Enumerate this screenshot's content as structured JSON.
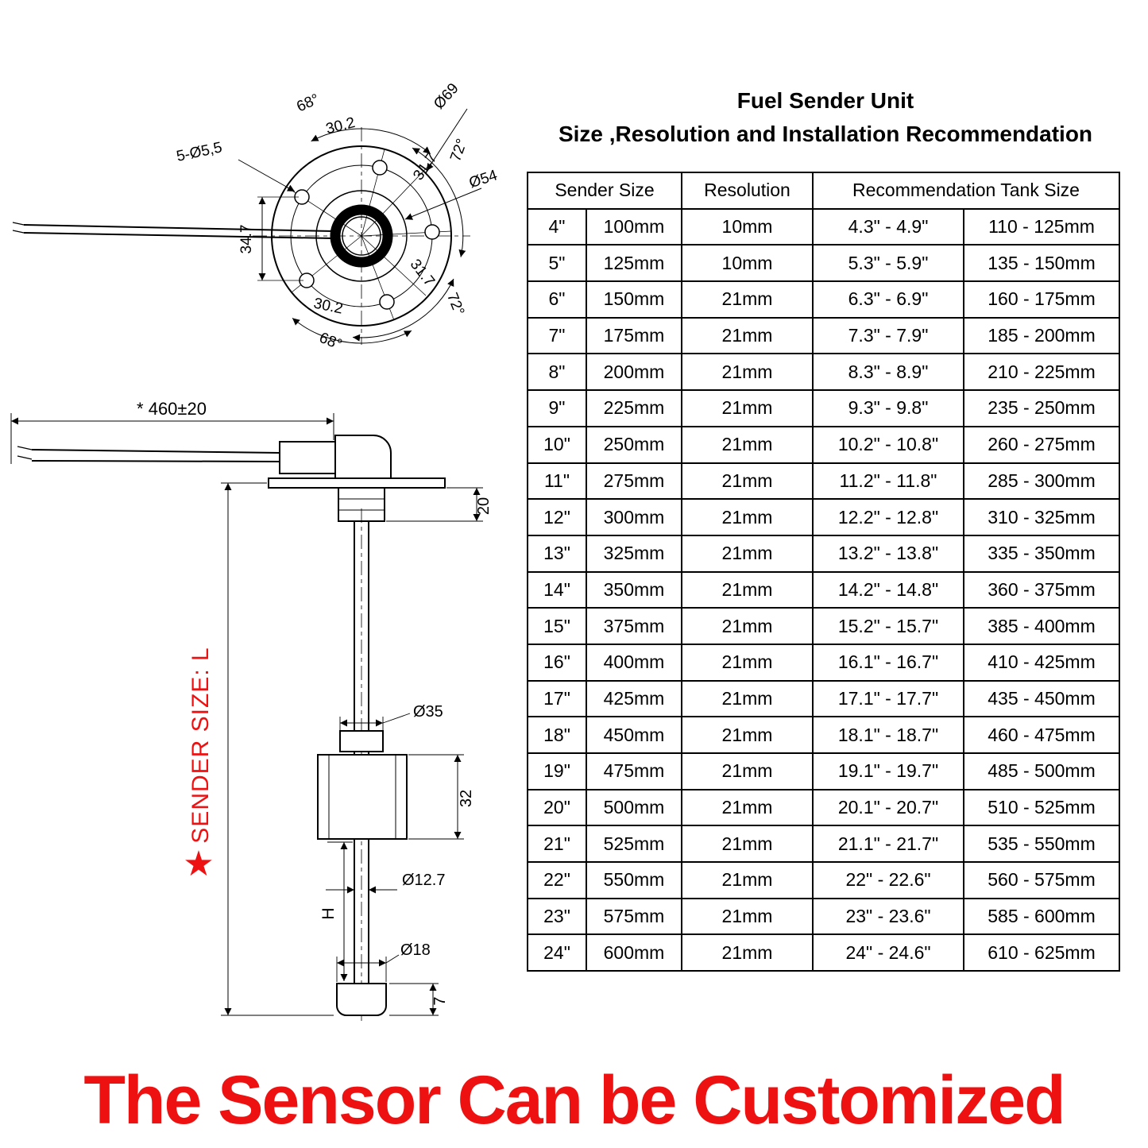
{
  "colors": {
    "accent_red": "#ee1111",
    "line_black": "#000000"
  },
  "header": {
    "title": "Fuel Sender Unit",
    "subtitle": "Size ,Resolution and Installation Recommendation"
  },
  "table": {
    "headers": {
      "sender_size": "Sender Size",
      "resolution": "Resolution",
      "tank_size": "Recommendation Tank Size"
    },
    "rows": [
      {
        "size_in": "4\"",
        "size_mm": "100mm",
        "resolution": "10mm",
        "tank_in": "4.3\" - 4.9\"",
        "tank_mm": "110 - 125mm"
      },
      {
        "size_in": "5\"",
        "size_mm": "125mm",
        "resolution": "10mm",
        "tank_in": "5.3\" - 5.9\"",
        "tank_mm": "135 - 150mm"
      },
      {
        "size_in": "6\"",
        "size_mm": "150mm",
        "resolution": "21mm",
        "tank_in": "6.3\" - 6.9\"",
        "tank_mm": "160 - 175mm"
      },
      {
        "size_in": "7\"",
        "size_mm": "175mm",
        "resolution": "21mm",
        "tank_in": "7.3\" - 7.9\"",
        "tank_mm": "185 - 200mm"
      },
      {
        "size_in": "8\"",
        "size_mm": "200mm",
        "resolution": "21mm",
        "tank_in": "8.3\" - 8.9\"",
        "tank_mm": "210 - 225mm"
      },
      {
        "size_in": "9\"",
        "size_mm": "225mm",
        "resolution": "21mm",
        "tank_in": "9.3\" - 9.8\"",
        "tank_mm": "235 - 250mm"
      },
      {
        "size_in": "10\"",
        "size_mm": "250mm",
        "resolution": "21mm",
        "tank_in": "10.2\" - 10.8\"",
        "tank_mm": "260 - 275mm"
      },
      {
        "size_in": "11\"",
        "size_mm": "275mm",
        "resolution": "21mm",
        "tank_in": "11.2\" - 11.8\"",
        "tank_mm": "285 - 300mm"
      },
      {
        "size_in": "12\"",
        "size_mm": "300mm",
        "resolution": "21mm",
        "tank_in": "12.2\" - 12.8\"",
        "tank_mm": "310 - 325mm"
      },
      {
        "size_in": "13\"",
        "size_mm": "325mm",
        "resolution": "21mm",
        "tank_in": "13.2\" - 13.8\"",
        "tank_mm": "335 - 350mm"
      },
      {
        "size_in": "14\"",
        "size_mm": "350mm",
        "resolution": "21mm",
        "tank_in": "14.2\" - 14.8\"",
        "tank_mm": "360 - 375mm"
      },
      {
        "size_in": "15\"",
        "size_mm": "375mm",
        "resolution": "21mm",
        "tank_in": "15.2\" - 15.7\"",
        "tank_mm": "385 - 400mm"
      },
      {
        "size_in": "16\"",
        "size_mm": "400mm",
        "resolution": "21mm",
        "tank_in": "16.1\" - 16.7\"",
        "tank_mm": "410 - 425mm"
      },
      {
        "size_in": "17\"",
        "size_mm": "425mm",
        "resolution": "21mm",
        "tank_in": "17.1\" - 17.7\"",
        "tank_mm": "435 - 450mm"
      },
      {
        "size_in": "18\"",
        "size_mm": "450mm",
        "resolution": "21mm",
        "tank_in": "18.1\" - 18.7\"",
        "tank_mm": "460 - 475mm"
      },
      {
        "size_in": "19\"",
        "size_mm": "475mm",
        "resolution": "21mm",
        "tank_in": "19.1\" - 19.7\"",
        "tank_mm": "485 - 500mm"
      },
      {
        "size_in": "20\"",
        "size_mm": "500mm",
        "resolution": "21mm",
        "tank_in": "20.1\" - 20.7\"",
        "tank_mm": "510 - 525mm"
      },
      {
        "size_in": "21\"",
        "size_mm": "525mm",
        "resolution": "21mm",
        "tank_in": "21.1\" - 21.7\"",
        "tank_mm": "535 - 550mm"
      },
      {
        "size_in": "22\"",
        "size_mm": "550mm",
        "resolution": "21mm",
        "tank_in": "22\" - 22.6\"",
        "tank_mm": "560 - 575mm"
      },
      {
        "size_in": "23\"",
        "size_mm": "575mm",
        "resolution": "21mm",
        "tank_in": "23\" - 23.6\"",
        "tank_mm": "585 - 600mm"
      },
      {
        "size_in": "24\"",
        "size_mm": "600mm",
        "resolution": "21mm",
        "tank_in": "24\" - 24.6\"",
        "tank_mm": "610 - 625mm"
      }
    ]
  },
  "top_view": {
    "labels": {
      "angle_top_left": "68°",
      "dim_top": "30.2",
      "dia_outer": "Ø69",
      "angle_top_right": "72°",
      "dim_radial_top": "31.7",
      "dia_bolt_circle": "Ø54",
      "hole_callout": "5-Ø5,5",
      "dim_left": "34.7",
      "dim_radial_bottom": "31.7",
      "dim_bottom": "30.2",
      "angle_bottom_left": "68°",
      "angle_bottom_right": "72°"
    }
  },
  "side_view": {
    "labels": {
      "wire_length": "* 460±20",
      "flange_to_nut": "20",
      "float_dia": "Ø35",
      "float_height": "32",
      "tube_height": "H",
      "tube_dia": "Ø12.7",
      "cap_dia": "Ø18",
      "cap_height": "7",
      "sender_size": "SENDER SIZE: L",
      "star": "★"
    }
  },
  "footer": {
    "text": "The Sensor Can be Customized"
  }
}
